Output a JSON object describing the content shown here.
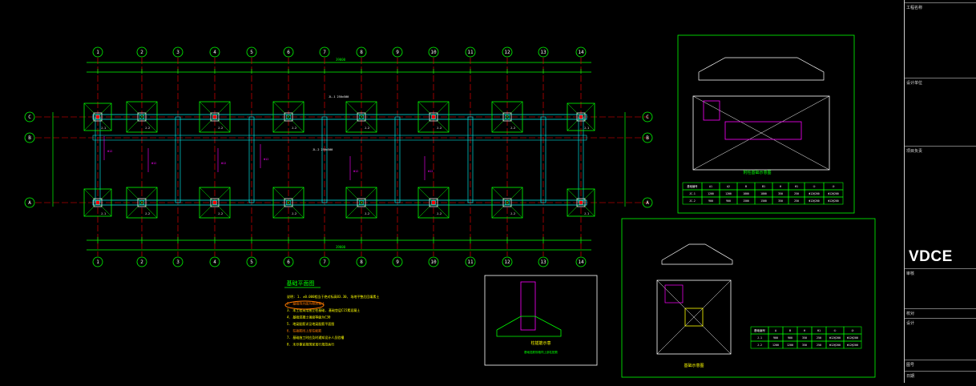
{
  "plan": {
    "title": "基础平面图",
    "axes_top": [
      "1",
      "2",
      "3",
      "4",
      "5",
      "6",
      "7",
      "8",
      "9",
      "10",
      "11",
      "12",
      "13",
      "14"
    ],
    "rows": [
      "C",
      "B",
      "A"
    ],
    "total_dim": "39000",
    "footing_labels": [
      "J-1",
      "J-2",
      "J-2",
      "J-1"
    ]
  },
  "notes": {
    "items": [
      "说明: 1. ±0.000相当于绝对标高83.30, 场地平整后回填素土",
      "2. 基础持力层为粉质粘土",
      "3. 本工程采用独立柱基础, 基础垫层C15素混凝土",
      "4. 基础混凝土强度等级为C30",
      "5. 地梁配筋详见地梁配筋平面图",
      "6. 柱插筋同上部柱配筋",
      "7. 基础施工时应及时通知设计人员验槽",
      "8. 未尽事宜按国家现行规范执行"
    ]
  },
  "column_detail": {
    "title": "柱插筋示意",
    "caption": "基础插筋规格同上部柱配筋"
  },
  "foundation_detail": {
    "title": "基础示意图",
    "table_headers": [
      "基础编号",
      "A",
      "B",
      "H",
      "H1",
      "①",
      "②"
    ],
    "table_rows": [
      [
        "J-1",
        "900",
        "900",
        "350",
        "250",
        "Φ12@200",
        "Φ12@200"
      ],
      [
        "J-2",
        "1200",
        "1200",
        "350",
        "250",
        "Φ12@200",
        "Φ12@200"
      ]
    ]
  },
  "side_detail": {
    "title": "附柱基础示意图",
    "table_headers": [
      "基础编号",
      "A1",
      "A2",
      "B",
      "B1",
      "H",
      "H1",
      "①",
      "②"
    ],
    "table_rows": [
      [
        "JC-1",
        "1200",
        "1200",
        "1800",
        "1800",
        "350",
        "250",
        "Φ12@200",
        "Φ12@200"
      ],
      [
        "JC-2",
        "900",
        "900",
        "1500",
        "1500",
        "350",
        "250",
        "Φ12@200",
        "Φ12@200"
      ]
    ]
  },
  "title_block": {
    "logo": "VDCE",
    "rows": [
      "工程名称",
      "设计单位",
      "项目负责",
      "审核",
      "校对",
      "设计",
      "图号",
      "日期"
    ]
  },
  "colors": {
    "axis": "#ffffff",
    "grid": "#ff0000",
    "footing": "#00ff00",
    "beam": "#00ffff",
    "rebar": "#ff00ff",
    "text": "#ffff00",
    "highlight": "#ff7a00"
  }
}
